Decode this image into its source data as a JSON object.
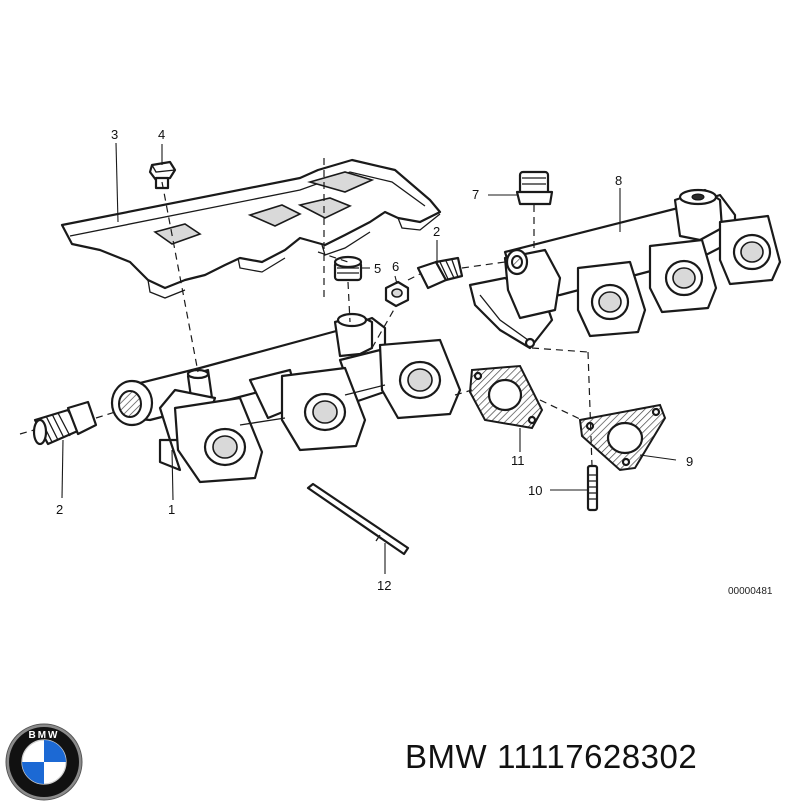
{
  "callouts": {
    "c1": "1",
    "c2a": "2",
    "c2b": "2",
    "c3": "3",
    "c4": "4",
    "c5": "5",
    "c6": "6",
    "c7": "7",
    "c8": "8",
    "c9": "9",
    "c10": "10",
    "c11": "11",
    "c12": "12"
  },
  "diagram_ref": "00000481",
  "footer": {
    "brand": "BMW",
    "part_number": "11117628302"
  },
  "logo": {
    "text": "BMW",
    "colors": {
      "blue": "#1c69d4",
      "white": "#ffffff",
      "ring": "#111111",
      "chrome": "#8a8a8a"
    }
  }
}
